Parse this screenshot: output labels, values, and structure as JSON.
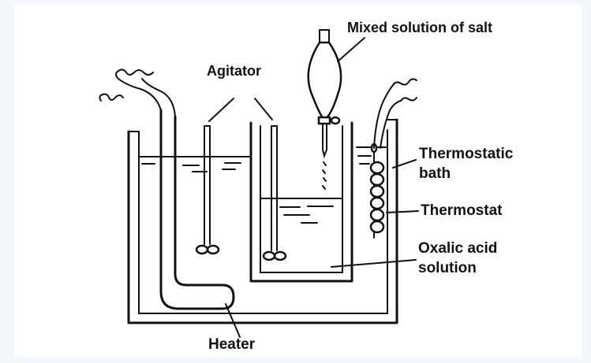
{
  "labels": {
    "mixed_solution": "Mixed solution of salt",
    "agitator": "Agitator",
    "thermostatic_bath_line1": "Thermostatic",
    "thermostatic_bath_line2": "bath",
    "thermostat": "Thermostat",
    "oxalic_line1": "Oxalic acid",
    "oxalic_line2": "solution",
    "heater": "Heater"
  }
}
